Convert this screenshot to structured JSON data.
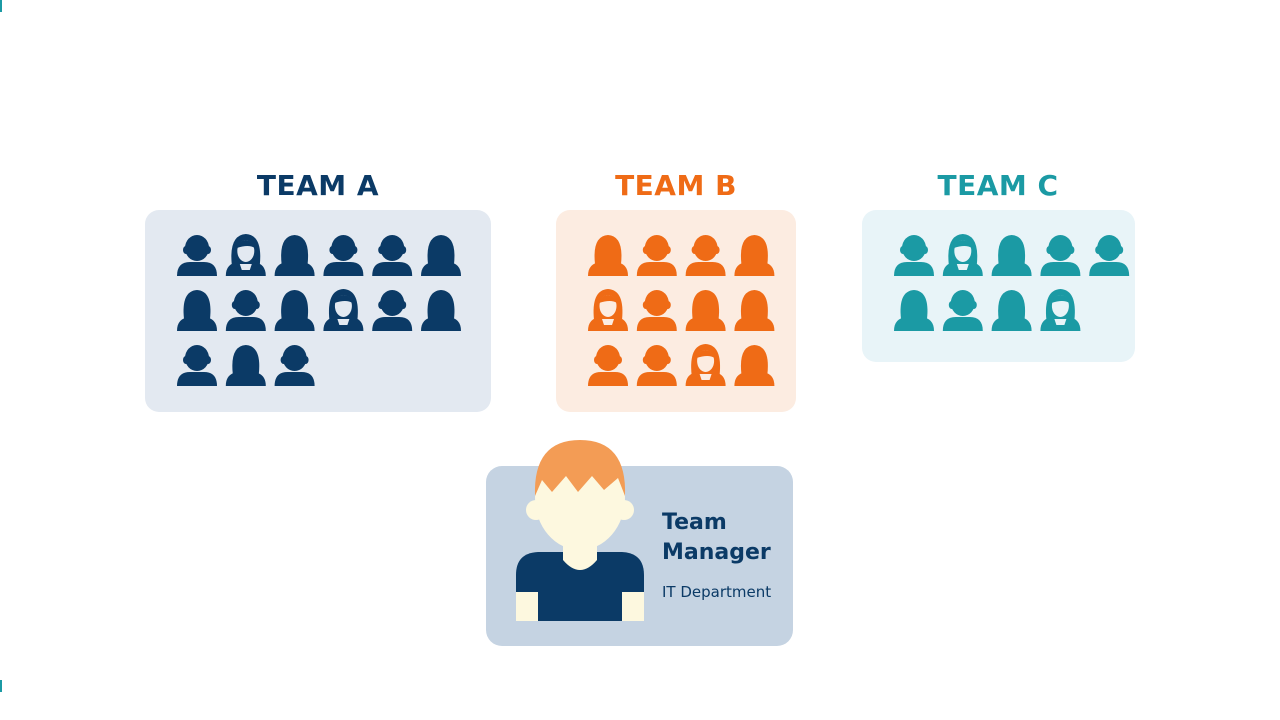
{
  "teams": [
    {
      "id": "a",
      "label": "TEAM A",
      "color": "#0b3a66",
      "bg": "#e3e9f1",
      "members": [
        "m",
        "f",
        "f2",
        "m",
        "m",
        "f2",
        "f2",
        "m",
        "f2",
        "f",
        "m",
        "f2",
        "m",
        "f2",
        "m"
      ]
    },
    {
      "id": "b",
      "label": "TEAM B",
      "color": "#ef6b16",
      "bg": "#fcece1",
      "members": [
        "f2",
        "m",
        "m",
        "f2",
        "f",
        "m",
        "f2",
        "f2",
        "m",
        "m",
        "f",
        "f2"
      ]
    },
    {
      "id": "c",
      "label": "TEAM C",
      "color": "#1b9aa4",
      "bg": "#e8f4f8",
      "members": [
        "m",
        "f",
        "f2",
        "m",
        "m",
        "f2",
        "m",
        "f2",
        "f"
      ]
    }
  ],
  "manager": {
    "role": "Team Manager",
    "department": "IT Department",
    "card_bg": "#c5d3e2",
    "hair_color": "#f39c55",
    "skin_color": "#fdf8df",
    "shirt_color": "#0b3a66",
    "text_color": "#0b3a66"
  }
}
